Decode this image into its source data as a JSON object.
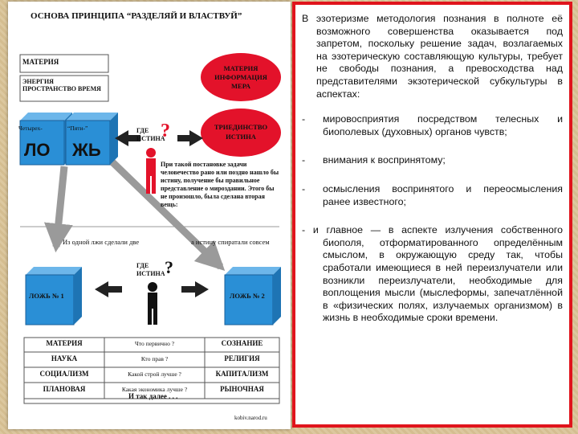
{
  "diagram": {
    "title": "ОСНОВА ПРИНЦИПА “РАЗДЕЛЯЙ И ВЛАСТВУЙ”",
    "left_stack": [
      "МАТЕРИЯ",
      "ЭНЕРГИЯ ПРОСТРАНСТВО ВРЕМЯ"
    ],
    "red_ellipses": [
      "МАТЕРИЯ ИНФОРМАЦИЯ МЕРА",
      "ТРИЕДИНСТВО ИСТИНА"
    ],
    "cube_labels": [
      "Четырех-",
      "“Пяти-”"
    ],
    "lie_word": [
      "ЛО",
      "ЖЬ"
    ],
    "where_truth_1": "ГДЕ ИСТИНА",
    "question_1": "?",
    "note": "При такой постановке задачи человечество рано или поздно нашло бы истину, получение бы правильное представление о мироздании. Этого бы не произошло, была сделана вторая вещь:",
    "bottom_left_note": "Из одной лжи сделали две",
    "bottom_right_note": "а истину спиратали совсем",
    "where_truth_2": "ГДЕ ИСТИНА",
    "question_2": "?",
    "lie1": "ЛОЖЬ № 1",
    "lie2": "ЛОЖЬ № 2",
    "table": [
      [
        "МАТЕРИЯ",
        "Что первично ?",
        "СОЗНАНИЕ"
      ],
      [
        "НАУКА",
        "Кто прав ?",
        "РЕЛИГИЯ"
      ],
      [
        "СОЦИАЛИЗМ",
        "Какой строй лучше ?",
        "КАПИТАЛИЗМ"
      ],
      [
        "ПЛАНОВАЯ",
        "Какая экономика лучше ?",
        "РЫНОЧНАЯ"
      ]
    ],
    "and_so_on": "И так далее . . .",
    "url": "kobiv.narod.ru",
    "colors": {
      "blue": "#2a8fd6",
      "red": "#e3122a",
      "gray": "#9a9a9a"
    }
  },
  "panel": {
    "intro": "В эзотеризме методология познания в полноте её возможного совершенства оказывается под запретом, поскольку решение задач, возлагаемых на эзотерическую составляющую культуры, требует не свободы познания, а превосходства над представителями экзотерической субкультуры в аспектах:",
    "items": [
      "мировосприятия посредством телесных и биополевых (духовных) органов чувств;",
      "внимания к воспринятому;",
      "осмысления воспринятого и переосмысления ранее известного;"
    ],
    "dash": "-",
    "final": "- и главное — в аспекте излучения собственного биополя, отформатированного определённым смыслом, в окружающую среду так, чтобы сработали имеющиеся в ней переизлучатели или возникли переизлучатели, необходимые для воплощения мысли (мыслеформы, запечатлённой в «физических полях, излучаемых организмом) в жизнь в необходимые сроки времени."
  }
}
